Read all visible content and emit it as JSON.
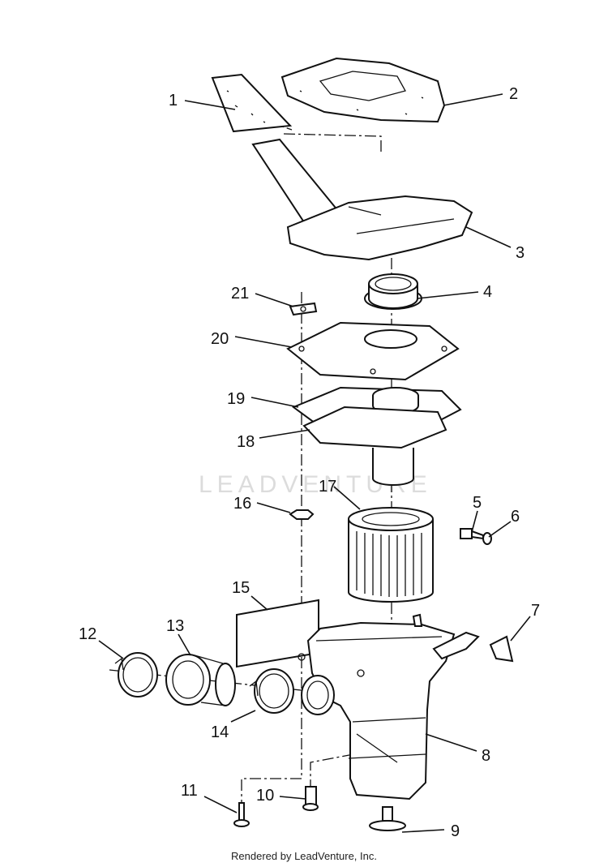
{
  "watermark": "LEADVENTURE",
  "footer": "Rendered by LeadVenture, Inc.",
  "callouts": [
    "1",
    "2",
    "3",
    "4",
    "5",
    "6",
    "7",
    "8",
    "9",
    "10",
    "11",
    "12",
    "13",
    "14",
    "15",
    "16",
    "17",
    "18",
    "19",
    "20",
    "21"
  ]
}
